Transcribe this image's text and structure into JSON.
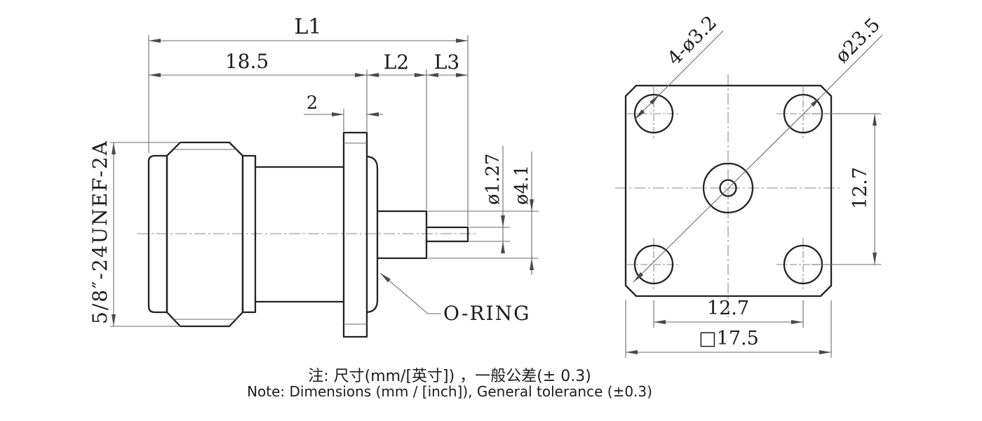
{
  "drawing": {
    "side_view": {
      "l1": "L1",
      "length_to_flange": "18.5",
      "l2": "L2",
      "l3": "L3",
      "flange_thickness": "2",
      "thread_spec": "5/8″-24UNEF-2A",
      "pin_diameter": "ø1.27",
      "insulator_diameter": "ø4.1",
      "oring_label": "O-RING"
    },
    "front_view": {
      "mounting_holes": "4-ø3.2",
      "corner_diameter": "ø23.5",
      "hole_spacing_vertical": "12.7",
      "hole_spacing_horizontal": "12.7",
      "flange_size": "□17.5"
    },
    "notes": {
      "line1_zh": "注: 尺寸(mm/[英寸]) ，一般公差(± 0.3)",
      "line2_en": "Note: Dimensions (mm / [inch]), General tolerance (±0.3)"
    },
    "colors": {
      "background": "#ffffff",
      "outline": "#222222",
      "dimension_lines": "#6b6b6b",
      "text": "#1c1c1c"
    }
  }
}
